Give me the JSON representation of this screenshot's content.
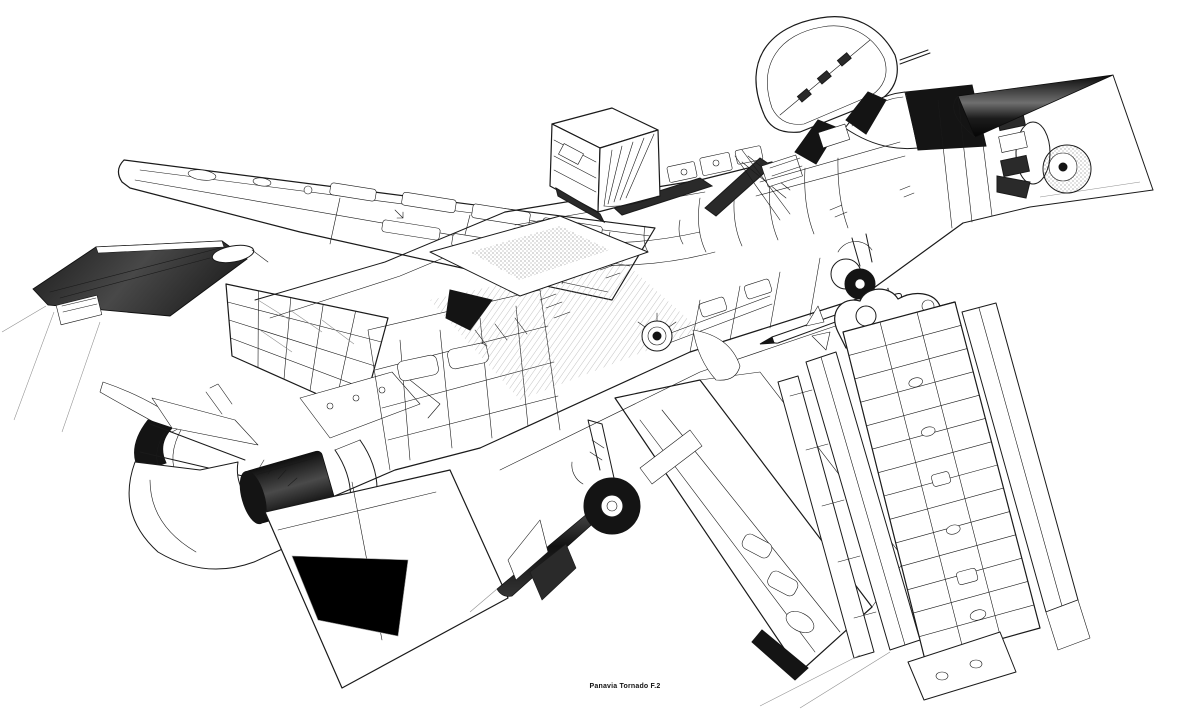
{
  "caption": {
    "text": "Panavia Tornado F.2"
  },
  "artwork": {
    "kind": "cutaway technical illustration, black ink line drawing on white paper",
    "subject": "Panavia Tornado F.2 interceptor, nose pointing right, port wing extended, starboard wing shown as detached rib-structure panel",
    "colors": {
      "ink": "#1a1a1a",
      "paper": "#ffffff",
      "dark_fill": "#141414"
    },
    "parts": [
      "black-radome",
      "nose-outline",
      "radar-dish",
      "radar-mount",
      "open-canopy",
      "windscreen",
      "ejection-seats",
      "nose-landing-gear",
      "fuselage-structure",
      "intake-duct",
      "spine-fairing",
      "fin-root-box",
      "port-wing-extended",
      "wing-fuel-access-panels",
      "wing-pivot-bearing",
      "tailplane",
      "tailplane-bullet-fairing",
      "fin-internal-lattice",
      "afterburner-nozzle",
      "thrust-reverser-fairing",
      "engine-turbine-drum",
      "main-landing-gear-wheel",
      "skyflash-missile",
      "sidewinder-missile",
      "swept-wing-underside",
      "taileron-surface",
      "detached-starboard-wing-panel",
      "leading-edge-slats",
      "trailing-edge-flap",
      "wing-pivot-fitting",
      "wingtip-plate"
    ]
  }
}
